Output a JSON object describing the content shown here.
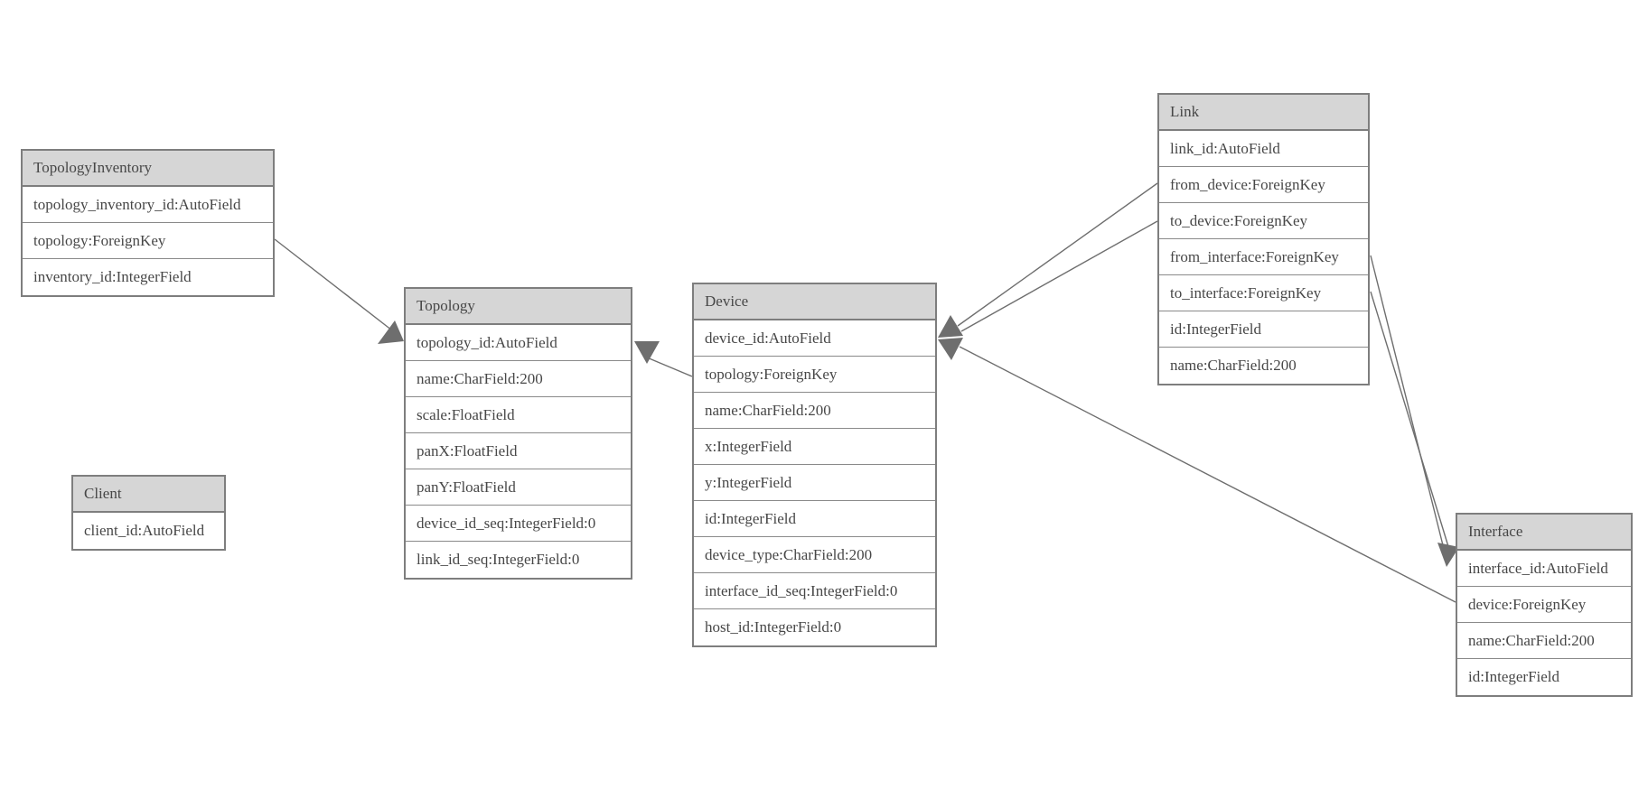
{
  "entities": {
    "topology_inventory": {
      "title": "TopologyInventory",
      "fields": [
        "topology_inventory_id:AutoField",
        "topology:ForeignKey",
        "inventory_id:IntegerField"
      ]
    },
    "topology": {
      "title": "Topology",
      "fields": [
        "topology_id:AutoField",
        "name:CharField:200",
        "scale:FloatField",
        "panX:FloatField",
        "panY:FloatField",
        "device_id_seq:IntegerField:0",
        "link_id_seq:IntegerField:0"
      ]
    },
    "client": {
      "title": "Client",
      "fields": [
        "client_id:AutoField"
      ]
    },
    "device": {
      "title": "Device",
      "fields": [
        "device_id:AutoField",
        "topology:ForeignKey",
        "name:CharField:200",
        "x:IntegerField",
        "y:IntegerField",
        "id:IntegerField",
        "device_type:CharField:200",
        "interface_id_seq:IntegerField:0",
        "host_id:IntegerField:0"
      ]
    },
    "link": {
      "title": "Link",
      "fields": [
        "link_id:AutoField",
        "from_device:ForeignKey",
        "to_device:ForeignKey",
        "from_interface:ForeignKey",
        "to_interface:ForeignKey",
        "id:IntegerField",
        "name:CharField:200"
      ]
    },
    "interface": {
      "title": "Interface",
      "fields": [
        "interface_id:AutoField",
        "device:ForeignKey",
        "name:CharField:200",
        "id:IntegerField"
      ]
    }
  },
  "relationships": [
    {
      "from": "TopologyInventory.topology",
      "to": "Topology.topology_id"
    },
    {
      "from": "Device.topology",
      "to": "Topology.topology_id"
    },
    {
      "from": "Link.from_device",
      "to": "Device.device_id"
    },
    {
      "from": "Link.to_device",
      "to": "Device.device_id"
    },
    {
      "from": "Interface.device",
      "to": "Device.device_id"
    },
    {
      "from": "Link.from_interface",
      "to": "Interface.interface_id"
    },
    {
      "from": "Link.to_interface",
      "to": "Interface.interface_id"
    }
  ],
  "colors": {
    "canvas_bg": "#ffffff",
    "entity_header_bg": "#d6d6d6",
    "entity_border": "#7e7e7e",
    "text": "#474747",
    "edge_line": "#6e6e6e"
  }
}
